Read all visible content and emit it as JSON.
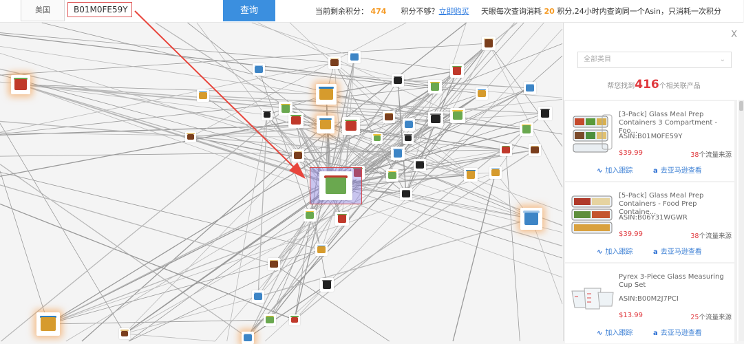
{
  "topbar": {
    "marketplace": "美国",
    "asin_value": "B01M0FE59Y",
    "search_label": "查询",
    "points_label": "当前剩余积分：",
    "points_value": "474",
    "not_enough": "积分不够？",
    "buy_link": "立即购买",
    "rule_prefix": "天眼每次查询消耗",
    "rule_cost": "20",
    "rule_suffix": "积分,24小时内查询同一个Asin，只消耗一次积分"
  },
  "panel": {
    "close": "X",
    "category_placeholder": "全部类目",
    "found_prefix": "帮您找到",
    "found_count": "416",
    "found_suffix": "个相关联产品",
    "track_label": "加入跟踪",
    "amazon_label": "去亚马逊查看",
    "items": [
      {
        "title": "[3-Pack] Glass Meal Prep Containers 3 Compartment - Foo...",
        "asin": "ASIN:B01M0FE59Y",
        "price": "$39.99",
        "traffic_count": "38",
        "traffic_label": "个流量来源"
      },
      {
        "title": "[5-Pack] Glass Meal Prep Containers - Food Prep Containe...",
        "asin": "ASIN:B06Y31WGWR",
        "price": "$39.99",
        "traffic_count": "38",
        "traffic_label": "个流量来源"
      },
      {
        "title": "Pyrex 3-Piece Glass Measuring Cup Set",
        "asin": "ASIN:B00M2J7PCI",
        "price": "$13.99",
        "traffic_count": "25",
        "traffic_label": "个流量来源"
      }
    ]
  },
  "colors": {
    "accent": "#3b8fdf",
    "highlight": "#e0393e",
    "points": "#f59a23",
    "arrow": "#e8453c"
  },
  "icons": {
    "track": "trend-icon",
    "amazon": "amazon-icon",
    "close": "close-icon",
    "dropdown": "chevron-down-icon"
  }
}
